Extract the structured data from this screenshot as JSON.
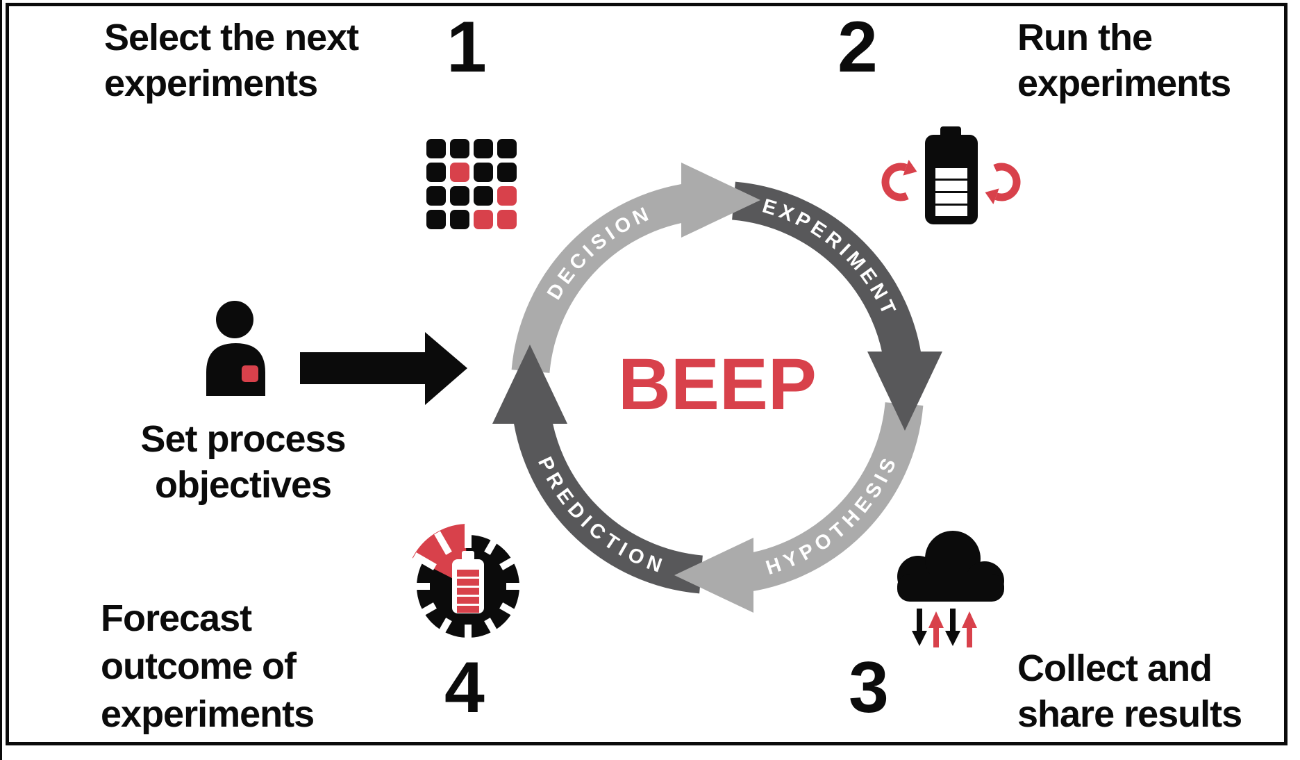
{
  "diagram": {
    "center_label": "BEEP",
    "cycle_direction": "clockwise",
    "cycle_phases": [
      {
        "label": "DECISION",
        "color": "#ababab"
      },
      {
        "label": "EXPERIMENT",
        "color": "#58585a"
      },
      {
        "label": "HYPOTHESIS",
        "color": "#ababab"
      },
      {
        "label": "PREDICTION",
        "color": "#58585a"
      }
    ],
    "stages": [
      {
        "number": "1",
        "label": "Select the next\nexperiments",
        "icon": "experiment-grid-icon"
      },
      {
        "number": "2",
        "label": "Run the\nexperiments",
        "icon": "battery-cycle-icon"
      },
      {
        "number": "3",
        "label": "Collect and\nshare results",
        "icon": "cloud-transfer-icon"
      },
      {
        "number": "4",
        "label": "Forecast\noutcome of\nexperiments",
        "icon": "forecast-gauge-icon"
      }
    ],
    "input_step": {
      "label": "Set process\nobjectives",
      "icon": "person-icon"
    }
  },
  "colors": {
    "accent_red": "#d8414b",
    "light_gray": "#ababab",
    "dark_gray": "#58585a",
    "black": "#0b0b0b",
    "background": "#ffffff"
  }
}
